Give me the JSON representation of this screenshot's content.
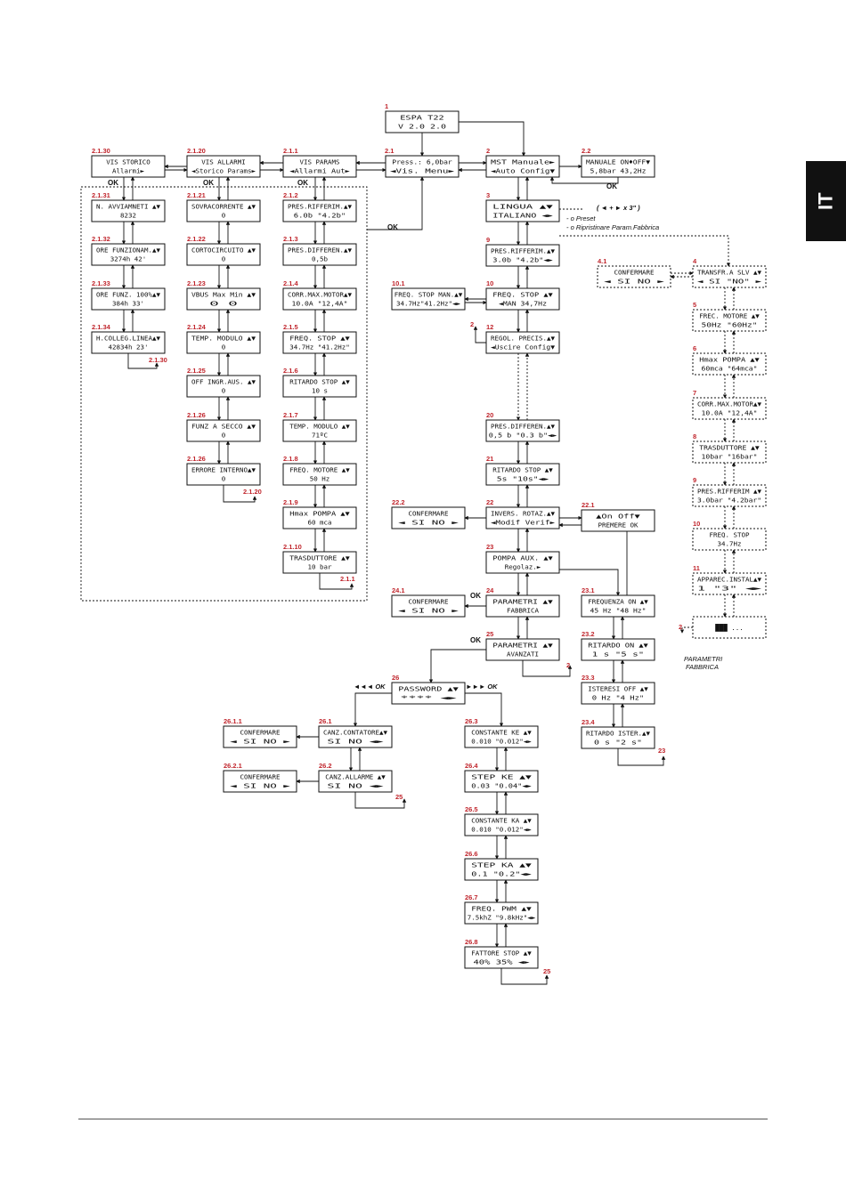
{
  "language_tab": "IT",
  "ok_label": "OK",
  "boxes": [
    {
      "id": "1",
      "lines": [
        "ESPA    T22",
        "V 2.0    2.0"
      ]
    },
    {
      "id": "2.1",
      "lines": [
        "Press.:  6,0bar",
        "◄Vis.      Menu►"
      ]
    },
    {
      "id": "2",
      "lines": [
        "MST     Manuale►",
        "◄Auto    Config▼"
      ]
    },
    {
      "id": "2.2",
      "lines": [
        "MANUALE  ON♦OFF▼",
        "5,8bar  43,2Hz"
      ]
    },
    {
      "id": "2.1.1",
      "lines": [
        "VIS PARAMS",
        "◄Allarmi   Aut►"
      ]
    },
    {
      "id": "2.1.20",
      "lines": [
        "VIS ALLARMI",
        "◄Storico Params►"
      ]
    },
    {
      "id": "2.1.30",
      "lines": [
        "VIS STORICO",
        "Allarmi►"
      ]
    },
    {
      "id": "2.1.31",
      "lines": [
        "N. AVVIAMNETI ▲▼",
        "8232"
      ]
    },
    {
      "id": "2.1.32",
      "lines": [
        "ORE FUNZIONAM.▲▼",
        "3274h 42'"
      ]
    },
    {
      "id": "2.1.33",
      "lines": [
        "ORE FUNZ. 100%▲▼",
        "384h 33'"
      ]
    },
    {
      "id": "2.1.34",
      "lines": [
        "H.COLLEG.LINEA▲▼",
        "42834h 23'"
      ]
    },
    {
      "id": "2.1.21",
      "lines": [
        "SOVRACORRENTE ▲▼",
        "0"
      ]
    },
    {
      "id": "2.1.22",
      "lines": [
        "CORTOCIRCUITO ▲▼",
        "0"
      ]
    },
    {
      "id": "2.1.23",
      "lines": [
        "VBUS Max  Min ▲▼",
        "0     0"
      ]
    },
    {
      "id": "2.1.24",
      "lines": [
        "TEMP. MODULO  ▲▼",
        "0"
      ]
    },
    {
      "id": "2.1.25",
      "lines": [
        "OFF INGR.AUS. ▲▼",
        "0"
      ]
    },
    {
      "id": "2.1.26a",
      "lines": [
        "FUNZ A SECCO  ▲▼",
        "0"
      ]
    },
    {
      "id": "2.1.26b",
      "lines": [
        "ERRORE INTERNO▲▼",
        "0"
      ]
    },
    {
      "id": "2.1.2",
      "lines": [
        "PRES.RIFFERIM.▲▼",
        "6.0b   \"4.2b\""
      ]
    },
    {
      "id": "2.1.3",
      "lines": [
        "PRES.DIFFEREN.▲▼",
        "0,5b"
      ]
    },
    {
      "id": "2.1.4",
      "lines": [
        "CORR.MAX.MOTOR▲▼",
        "10.0A  \"12,4A\""
      ]
    },
    {
      "id": "2.1.5",
      "lines": [
        "FREQ. STOP   ▲▼",
        "34.7Hz \"41.2Hz\""
      ]
    },
    {
      "id": "2.1.6",
      "lines": [
        "RITARDO STOP ▲▼",
        "10 s"
      ]
    },
    {
      "id": "2.1.7",
      "lines": [
        "TEMP. MODULO ▲▼",
        "71ºC"
      ]
    },
    {
      "id": "2.1.8",
      "lines": [
        "FREQ. MOTORE ▲▼",
        "50 Hz"
      ]
    },
    {
      "id": "2.1.9",
      "lines": [
        "Hmax POMPA   ▲▼",
        "60 mca"
      ]
    },
    {
      "id": "2.1.10",
      "lines": [
        "TRASDUTTORE  ▲▼",
        "10 bar"
      ]
    },
    {
      "id": "3",
      "lines": [
        "LINGUA       ▲▼",
        "ITALIANO     ◄►"
      ]
    },
    {
      "id": "9",
      "lines": [
        "PRES.RIFFERIM.▲▼",
        "3.0b   \"4.2b\"◄►"
      ]
    },
    {
      "id": "10.1",
      "lines": [
        "FREQ. STOP MAN.▲▼",
        "34.7Hz\"41.2Hz\"◄►"
      ]
    },
    {
      "id": "10",
      "lines": [
        "FREQ.  STOP  ▲▼",
        "◄MAN  34,7Hz"
      ]
    },
    {
      "id": "12",
      "lines": [
        "REGOL. PRECIS.▲▼",
        "◄Uscire  Config▼"
      ]
    },
    {
      "id": "20",
      "lines": [
        "PRES.DIFFEREN.▲▼",
        "0,5 b   \"0.3 b\"◄►"
      ]
    },
    {
      "id": "21",
      "lines": [
        "RITARDO STOP ▲▼",
        "5s    \"10s\"◄►"
      ]
    },
    {
      "id": "22.2",
      "lines": [
        "CONFERMARE",
        "◄ SI       NO ►"
      ]
    },
    {
      "id": "22",
      "lines": [
        "INVERS. ROTAZ.▲▼",
        "◄Modif    Verif►"
      ]
    },
    {
      "id": "22.1",
      "lines": [
        "▲On    Off▼",
        "PREMERE OK"
      ]
    },
    {
      "id": "23",
      "lines": [
        "POMPA AUX.   ▲▼",
        "Regolaz.►"
      ]
    },
    {
      "id": "24.1",
      "lines": [
        "CONFERMARE",
        "◄ SI       NO ►"
      ]
    },
    {
      "id": "24",
      "lines": [
        "PARAMETRI    ▲▼",
        "FABBRICA"
      ]
    },
    {
      "id": "25",
      "lines": [
        "PARAMETRI    ▲▼",
        "AVANZATI"
      ]
    },
    {
      "id": "23.1",
      "lines": [
        "FREQUENZA ON ▲▼",
        "45 Hz  \"48 Hz\""
      ]
    },
    {
      "id": "23.2",
      "lines": [
        "RITARDO ON   ▲▼",
        "1 s     \"5 s\""
      ]
    },
    {
      "id": "23.3",
      "lines": [
        "ISTERESI OFF ▲▼",
        "0 Hz   \"4 Hz\""
      ]
    },
    {
      "id": "23.4",
      "lines": [
        "RITARDO ISTER.▲▼",
        "0 s    \"2 s\""
      ]
    },
    {
      "id": "26",
      "lines": [
        "PASSWORD     ▲▼",
        "****        ◄►"
      ]
    },
    {
      "id": "26.1.1",
      "lines": [
        "CONFERMARE",
        "◄ SI       NO ►"
      ]
    },
    {
      "id": "26.1",
      "lines": [
        "CANZ.CONTATORE▲▼",
        "SI       NO ◄►"
      ]
    },
    {
      "id": "26.2.1",
      "lines": [
        "CONFERMARE",
        "◄ SI       NO ►"
      ]
    },
    {
      "id": "26.2",
      "lines": [
        "CANZ.ALLARME ▲▼",
        "SI       NO ◄►"
      ]
    },
    {
      "id": "26.3",
      "lines": [
        "CONSTANTE KE ▲▼",
        "0.010 \"0.012\"◄►"
      ]
    },
    {
      "id": "26.4",
      "lines": [
        "STEP KE      ▲▼",
        "0.03   \"0.04\"◄►"
      ]
    },
    {
      "id": "26.5",
      "lines": [
        "CONSTANTE KA ▲▼",
        "0.010 \"0.012\"◄►"
      ]
    },
    {
      "id": "26.6",
      "lines": [
        "STEP KA      ▲▼",
        "0.1     \"0.2\"◄►"
      ]
    },
    {
      "id": "26.7",
      "lines": [
        "FREQ. PWM    ▲▼",
        "7.5khZ \"9.8kHz\"◄►"
      ]
    },
    {
      "id": "26.8",
      "lines": [
        "FATTORE STOP ▲▼",
        "40%     35% ◄►"
      ]
    },
    {
      "id": "4.1",
      "lines": [
        "CONFERMARE",
        "◄ SI       NO ►"
      ]
    },
    {
      "id": "4",
      "lines": [
        "TRANSFR.A SLV ▲▼",
        "◄ SI      \"NO\" ►"
      ]
    },
    {
      "id": "5",
      "lines": [
        "FREC. MOTORE ▲▼",
        "50Hz    \"60Hz\""
      ]
    },
    {
      "id": "6",
      "lines": [
        "Hmax POMPA   ▲▼",
        "60mca  \"64mca\""
      ]
    },
    {
      "id": "7",
      "lines": [
        "CORR.MAX.MOTOR▲▼",
        "10.0A  \"12,4A\""
      ]
    },
    {
      "id": "8",
      "lines": [
        "TRASDUTTORE  ▲▼",
        "10bar  \"16bar\""
      ]
    },
    {
      "id": "9b",
      "lines": [
        "PRES.RIFFERIM ▲▼",
        "3.0bar  \"4.2bar\""
      ]
    },
    {
      "id": "10b",
      "lines": [
        "FREQ. STOP",
        "34.7Hz"
      ]
    },
    {
      "id": "11",
      "lines": [
        "APPAREC.INSTAL▲▼",
        "1       \"3\"   ◄►"
      ]
    },
    {
      "id": "2b",
      "lines": [
        "███ ..."
      ]
    }
  ],
  "labels": [
    {
      "text": "1"
    },
    {
      "text": "2.1"
    },
    {
      "text": "2"
    },
    {
      "text": "2.2"
    },
    {
      "text": "2.1.1"
    },
    {
      "text": "2.1.20"
    },
    {
      "text": "2.1.30"
    },
    {
      "text": "2.1.31"
    },
    {
      "text": "2.1.32"
    },
    {
      "text": "2.1.33"
    },
    {
      "text": "2.1.34"
    },
    {
      "text": "2.1.30"
    },
    {
      "text": "2.1.21"
    },
    {
      "text": "2.1.22"
    },
    {
      "text": "2.1.23"
    },
    {
      "text": "2.1.24"
    },
    {
      "text": "2.1.25"
    },
    {
      "text": "2.1.26"
    },
    {
      "text": "2.1.26"
    },
    {
      "text": "2.1.20"
    },
    {
      "text": "2.1.2"
    },
    {
      "text": "2.1.3"
    },
    {
      "text": "2.1.4"
    },
    {
      "text": "2.1.5"
    },
    {
      "text": "2.1.6"
    },
    {
      "text": "2.1.7"
    },
    {
      "text": "2.1.8"
    },
    {
      "text": "2.1.9"
    },
    {
      "text": "2.1.10"
    },
    {
      "text": "2.1.1"
    },
    {
      "text": "3"
    },
    {
      "text": "9"
    },
    {
      "text": "10.1"
    },
    {
      "text": "10"
    },
    {
      "text": "2"
    },
    {
      "text": "12"
    },
    {
      "text": "20"
    },
    {
      "text": "21"
    },
    {
      "text": "22.2"
    },
    {
      "text": "22"
    },
    {
      "text": "22.1"
    },
    {
      "text": "23"
    },
    {
      "text": "24.1"
    },
    {
      "text": "24"
    },
    {
      "text": "25"
    },
    {
      "text": "2"
    },
    {
      "text": "23.1"
    },
    {
      "text": "23.2"
    },
    {
      "text": "23.3"
    },
    {
      "text": "23.4"
    },
    {
      "text": "23"
    },
    {
      "text": "26"
    },
    {
      "text": "26.1.1"
    },
    {
      "text": "26.1"
    },
    {
      "text": "26.2.1"
    },
    {
      "text": "26.2"
    },
    {
      "text": "25"
    },
    {
      "text": "26.3"
    },
    {
      "text": "26.4"
    },
    {
      "text": "26.5"
    },
    {
      "text": "26.6"
    },
    {
      "text": "26.7"
    },
    {
      "text": "26.8"
    },
    {
      "text": "25"
    },
    {
      "text": "4.1"
    },
    {
      "text": "4"
    },
    {
      "text": "5"
    },
    {
      "text": "6"
    },
    {
      "text": "7"
    },
    {
      "text": "8"
    },
    {
      "text": "9"
    },
    {
      "text": "10"
    },
    {
      "text": "11"
    },
    {
      "text": "2"
    }
  ],
  "notes": {
    "shortcut": "( ◄ + ► x 3\" )",
    "preset": "- o Preset",
    "restore": "- o Ripristinare Param.Fabbrica",
    "back3": "◄◄◄ OK",
    "fwd3": "►►► OK",
    "factory1": "PARAMETRI",
    "factory2": "FABBRICA"
  }
}
